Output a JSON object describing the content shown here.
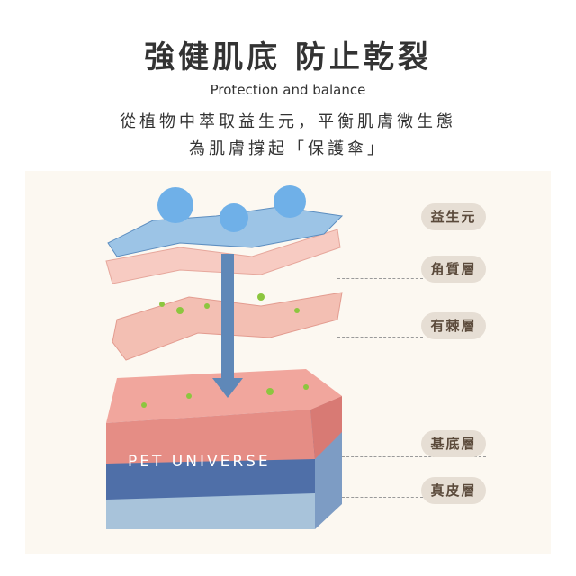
{
  "header": {
    "title": "強健肌底 防止乾裂",
    "subtitle_en": "Protection and balance",
    "subtitle_zh_line1": "從植物中萃取益生元，平衡肌膚微生態",
    "subtitle_zh_line2": "為肌膚撐起「保護傘」"
  },
  "diagram": {
    "labels": [
      "益生元",
      "角質層",
      "有棘層",
      "基底層",
      "真皮層"
    ],
    "watermark": "PET UNIVERSE"
  },
  "colors": {
    "pill_bg": "#e6ded4",
    "pill_text": "#5b4a3b",
    "panel_bg": "#fcf8f1",
    "arrow": "#5f88b8"
  }
}
